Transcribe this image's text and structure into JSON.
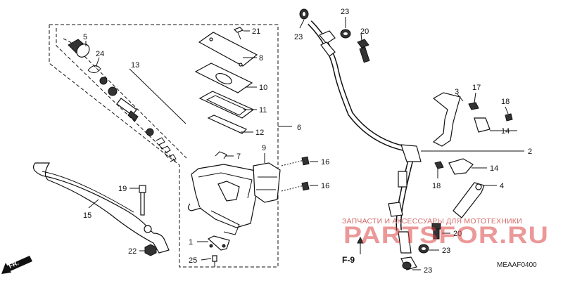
{
  "diagram": {
    "code": "MEAAF0400",
    "figure_ref": "F-9",
    "direction": "FR.",
    "labels": [
      "1",
      "2",
      "3",
      "4",
      "5",
      "6",
      "7",
      "8",
      "9",
      "10",
      "11",
      "12",
      "13",
      "14",
      "15",
      "16",
      "17",
      "18",
      "19",
      "20",
      "21",
      "22",
      "23",
      "24",
      "25"
    ]
  },
  "watermark": {
    "line1": "ЗАПЧАСТИ И АКСЕССУАРЫ ДЛЯ МОТОТЕХНИКИ",
    "line2": "PARTSFOR.RU"
  }
}
